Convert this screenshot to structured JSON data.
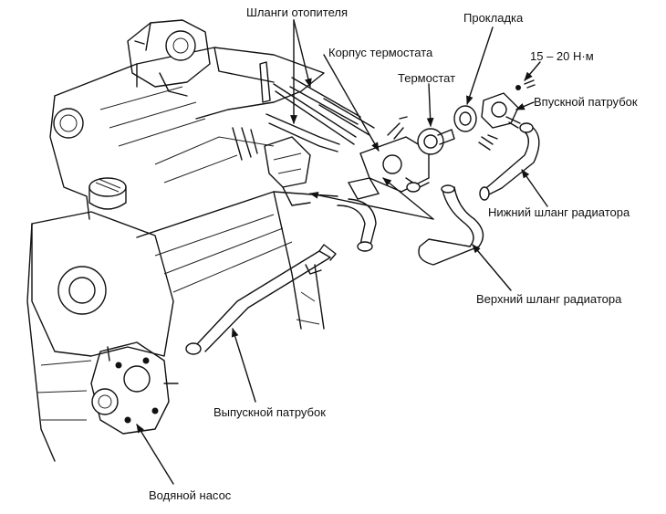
{
  "labels": {
    "heater_hoses": "Шланги отопителя",
    "gasket": "Прокладка",
    "thermostat_housing": "Корпус термостата",
    "thermostat": "Термостат",
    "torque": "15 – 20 Н·м",
    "inlet_pipe": "Впускной патрубок",
    "lower_radiator_hose": "Нижний шланг радиатора",
    "upper_radiator_hose": "Верхний шланг радиатора",
    "outlet_pipe": "Выпускной патрубок",
    "water_pump": "Водяной насос"
  },
  "colors": {
    "ink": "#111111",
    "background": "#ffffff"
  }
}
